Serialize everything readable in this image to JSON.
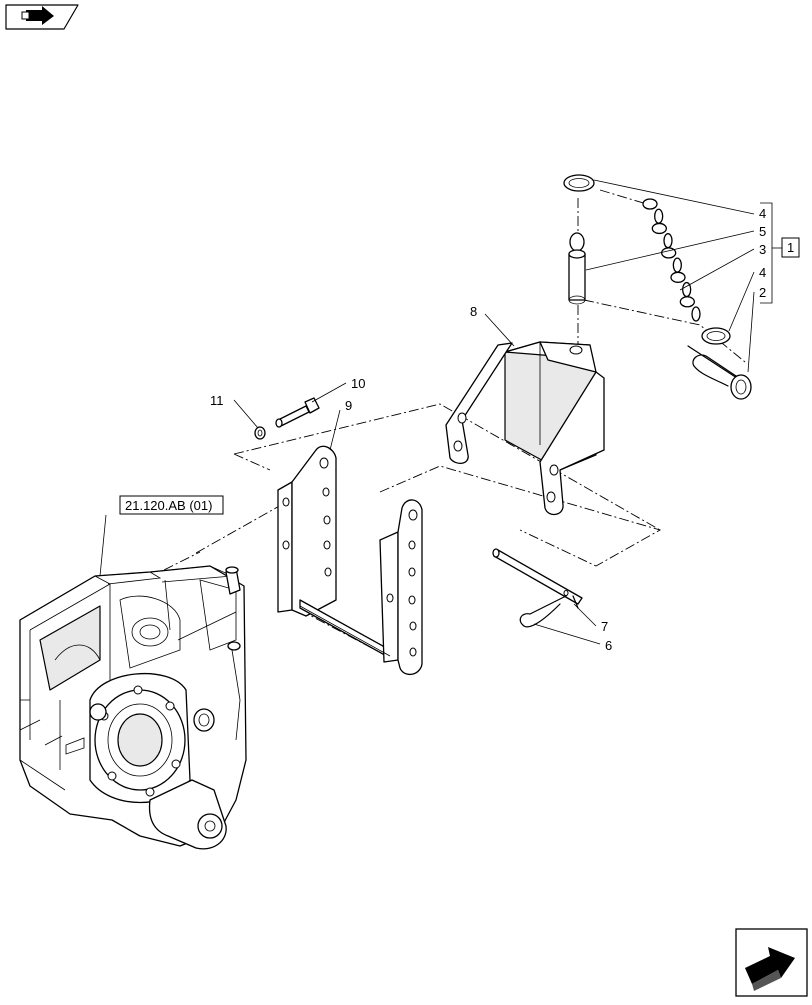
{
  "callouts": {
    "c4a": "4",
    "c5": "5",
    "c3": "3",
    "c4b": "4",
    "c2": "2",
    "c8": "8",
    "c11": "11",
    "c10": "10",
    "c9": "9",
    "c7": "7",
    "c6": "6"
  },
  "kit_ref": "1",
  "ref_box": "21.120.AB (01)",
  "icons": {
    "top_left": "exploded-view-arrow-icon",
    "bottom_right": "next-page-arrow-icon"
  }
}
